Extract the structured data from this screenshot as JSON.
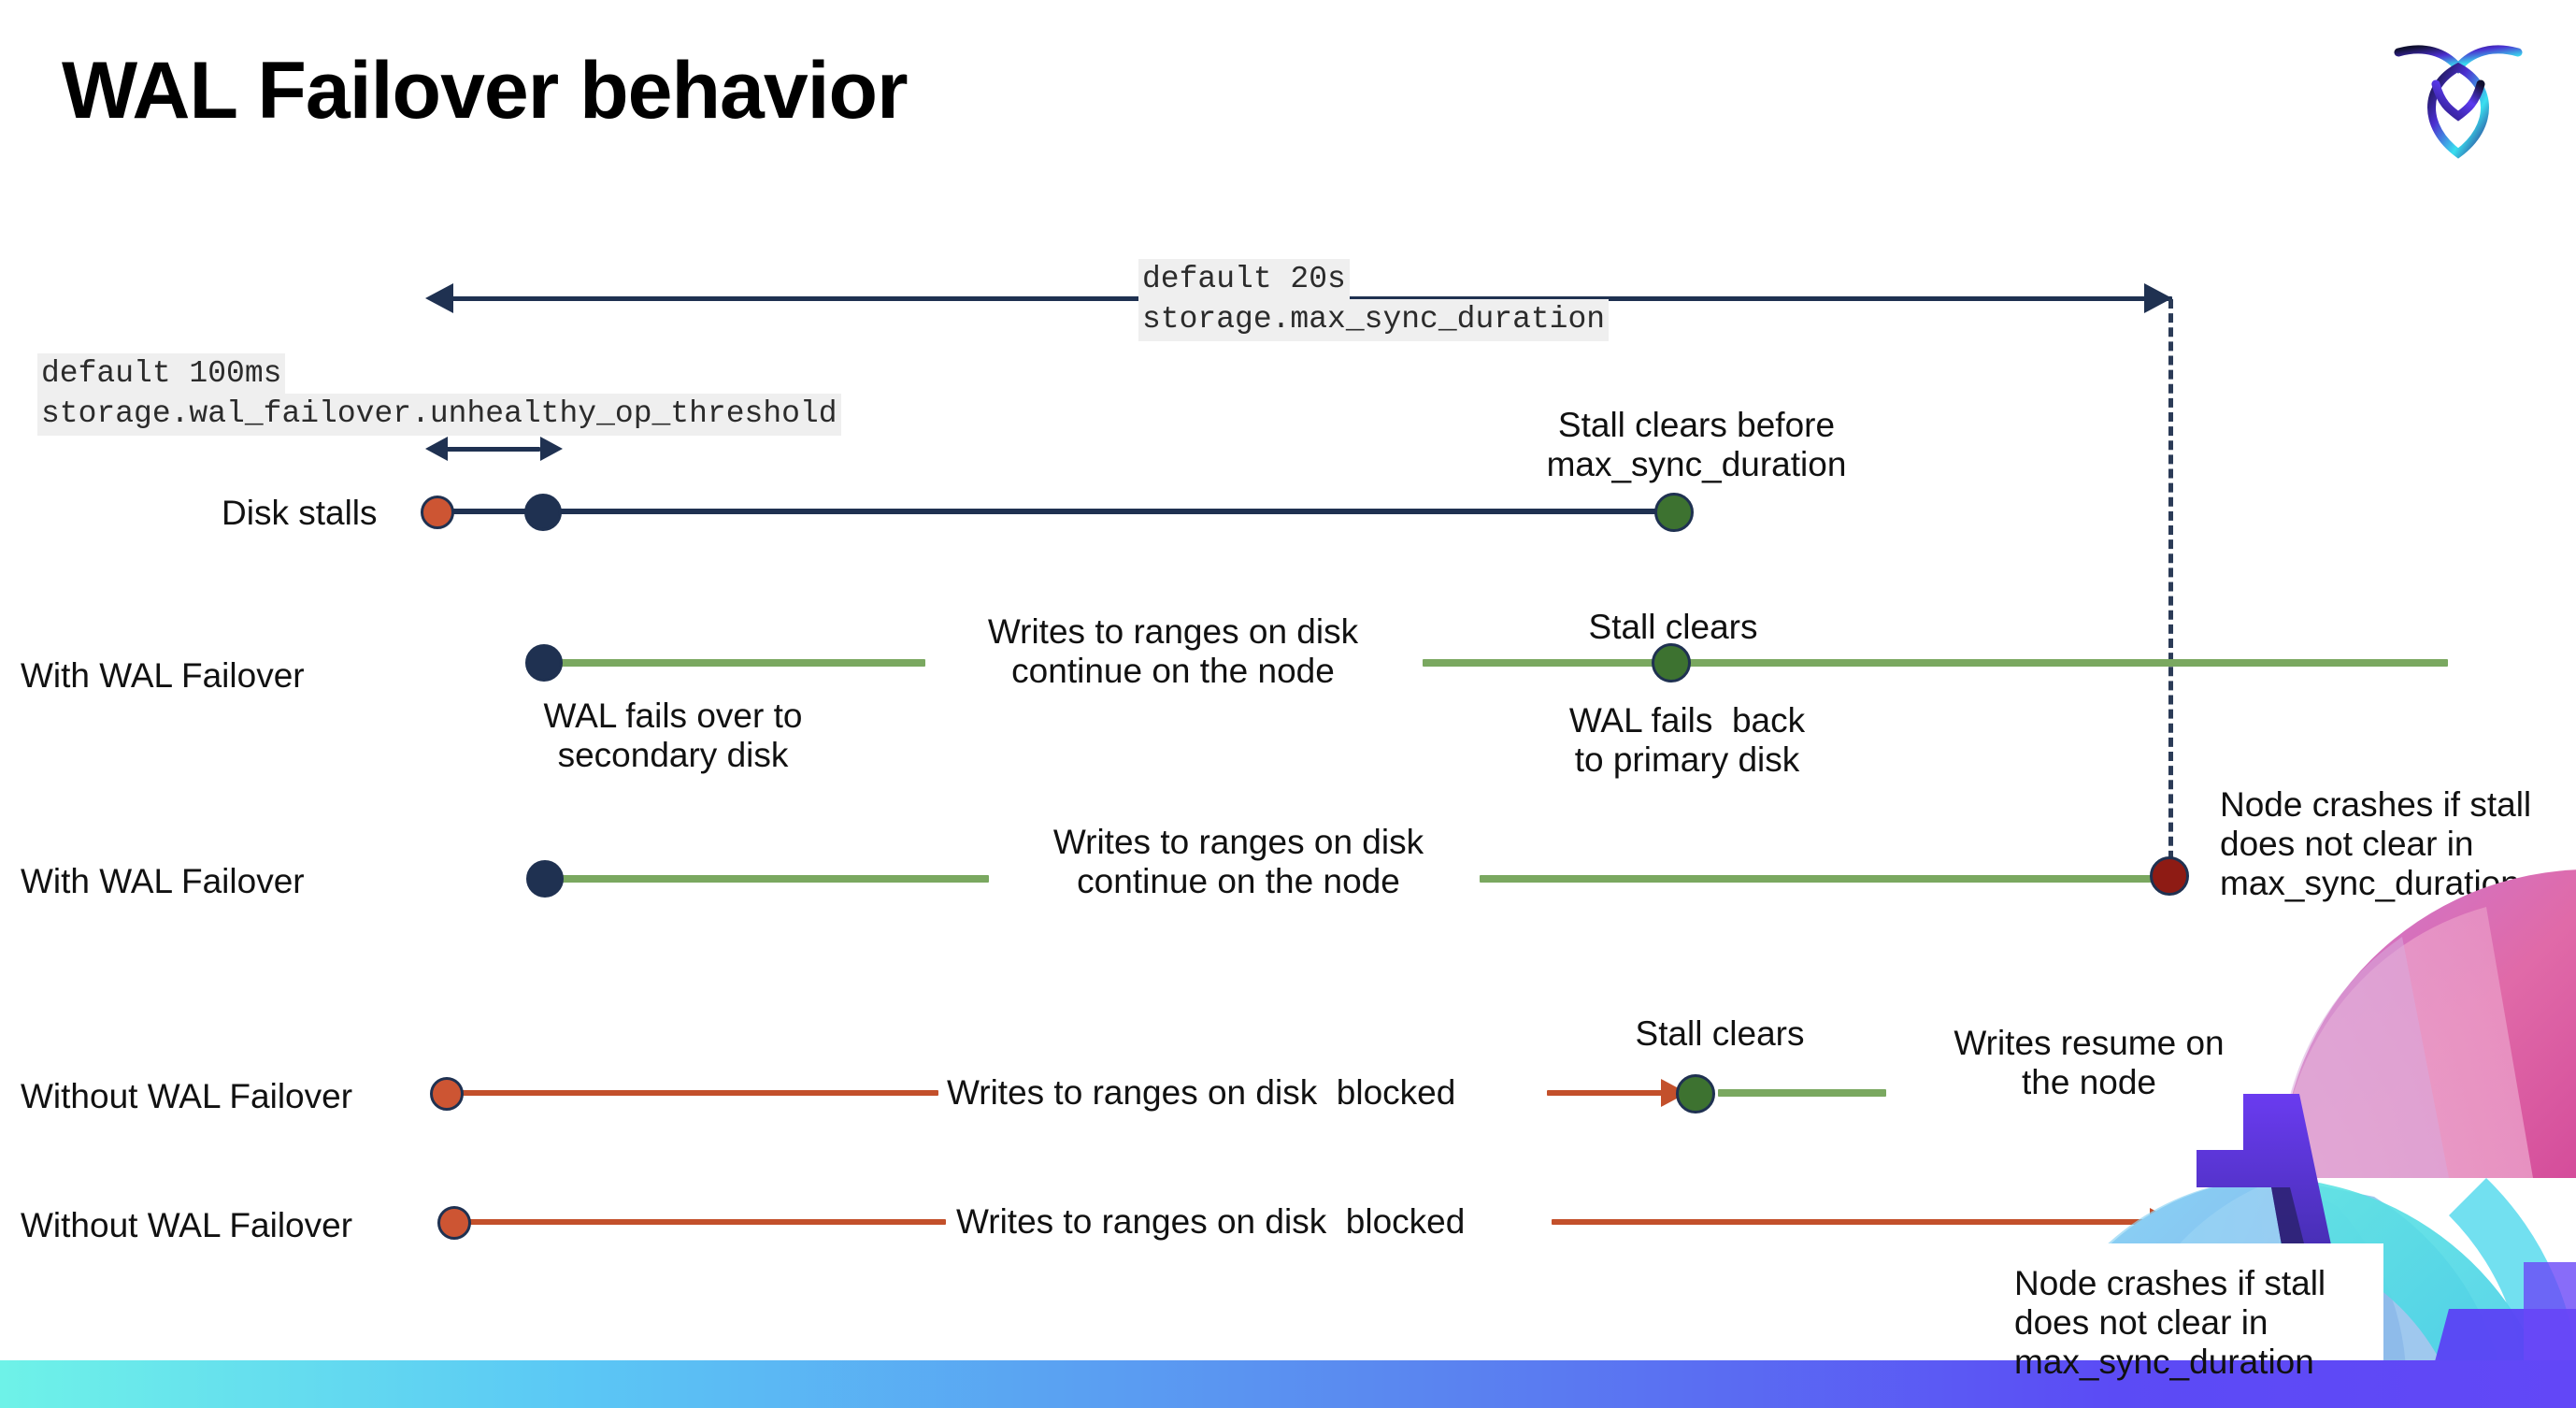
{
  "slide": {
    "title": "WAL Failover behavior",
    "logo_name": "cockroachdb-logo"
  },
  "settings": {
    "max_sync_duration": {
      "default_line": "default 20s",
      "setting_line": "storage.max_sync_duration"
    },
    "unhealthy_op_threshold": {
      "default_line": "default 100ms",
      "setting_line": "storage.wal_failover.unhealthy_op_threshold"
    }
  },
  "rows": [
    {
      "label": "Disk stalls",
      "notes": [
        {
          "text": "Stall clears before\nmax_sync_duration"
        }
      ]
    },
    {
      "label": "With WAL Failover",
      "notes": [
        {
          "text": "Writes to ranges on disk\ncontinue on the node"
        },
        {
          "text": "Stall clears"
        },
        {
          "text": "WAL fails over to\nsecondary disk"
        },
        {
          "text": "WAL fails  back\nto primary disk"
        }
      ]
    },
    {
      "label": "With WAL Failover",
      "notes": [
        {
          "text": "Writes to ranges on disk\ncontinue on the node"
        },
        {
          "text": "Node crashes if stall\ndoes not clear in\nmax_sync_duration"
        }
      ]
    },
    {
      "label": "Without WAL Failover",
      "notes": [
        {
          "text": "Writes to ranges on disk  blocked"
        },
        {
          "text": "Stall clears"
        },
        {
          "text": "Writes resume on\nthe node"
        }
      ]
    },
    {
      "label": "Without WAL Failover",
      "notes": [
        {
          "text": "Writes to ranges on disk  blocked"
        },
        {
          "text": "Node crashes if stall\ndoes not clear in\nmax_sync_duration"
        }
      ]
    }
  ],
  "colors": {
    "navy": "#1f3151",
    "green_line": "#7aa860",
    "green_dot": "#3d7230",
    "orange": "#c3502b",
    "orange_dot": "#cd5533",
    "dark_red": "#8e1b14",
    "chip_bg": "#efefef",
    "bar_gradient_start": "#6ef2e8",
    "bar_gradient_end": "#6247f7"
  }
}
